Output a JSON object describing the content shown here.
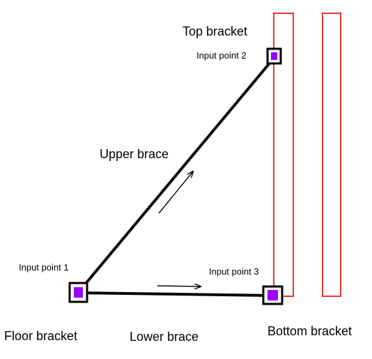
{
  "labels": {
    "top_bracket": "Top bracket",
    "input_point_2": "Input point 2",
    "upper_brace": "Upper brace",
    "input_point_1": "Input point 1",
    "input_point_3": "Input point 3",
    "floor_bracket": "Floor bracket",
    "lower_brace": "Lower brace",
    "bottom_bracket": "Bottom bracket"
  },
  "colors": {
    "rail_outline": "#e53935",
    "point_fill": "#9b00ff",
    "line": "#000000"
  }
}
